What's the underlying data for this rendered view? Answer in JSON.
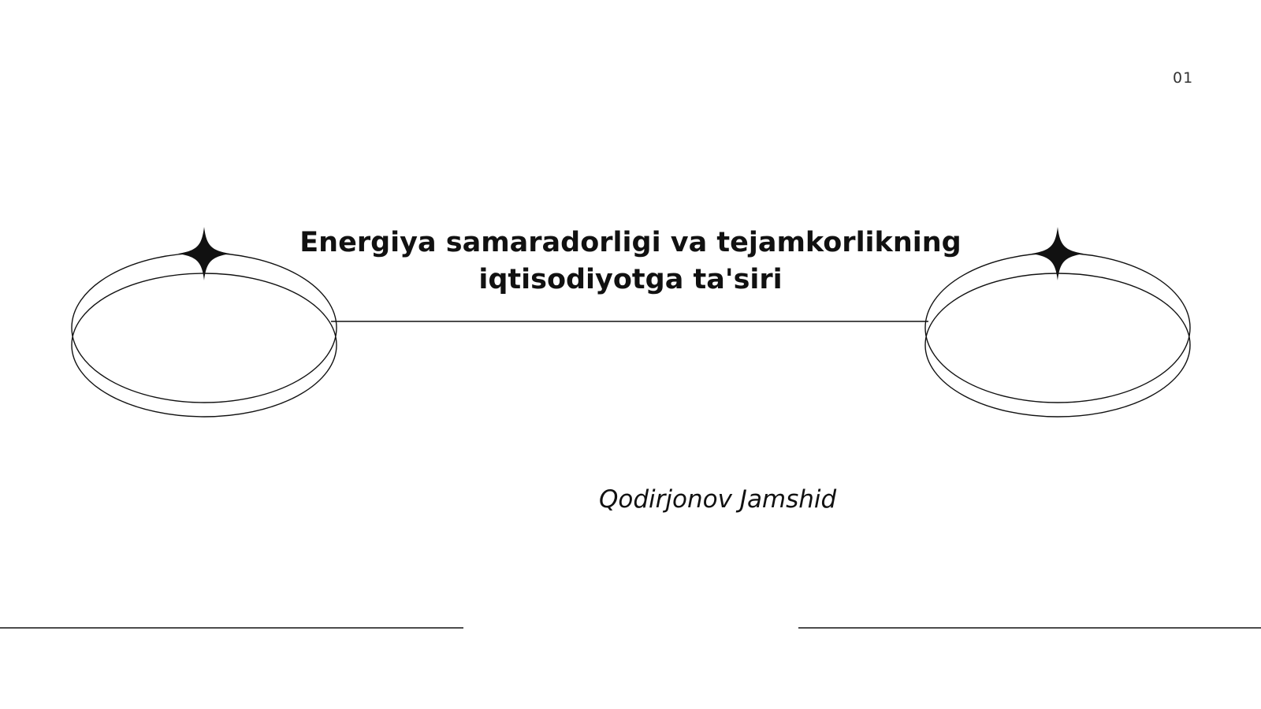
{
  "slide": {
    "number": "01",
    "title_line1": "Energiya samaradorligi va tejamkorlikning",
    "title_line2": "iqtisodiyotga ta'siri",
    "author": "Qodirjonov Jamshid"
  },
  "decorations": {
    "left_emblem": "ring-with-star-icon",
    "right_emblem": "ring-with-star-icon",
    "line_color": "#111111"
  }
}
